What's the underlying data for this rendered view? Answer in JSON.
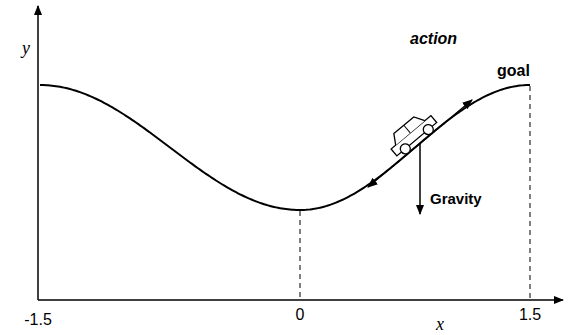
{
  "diagram": {
    "labels": [
      "y",
      "action",
      "goal",
      "Gravity",
      "-1.5",
      "0",
      "1.5",
      "x"
    ]
  }
}
